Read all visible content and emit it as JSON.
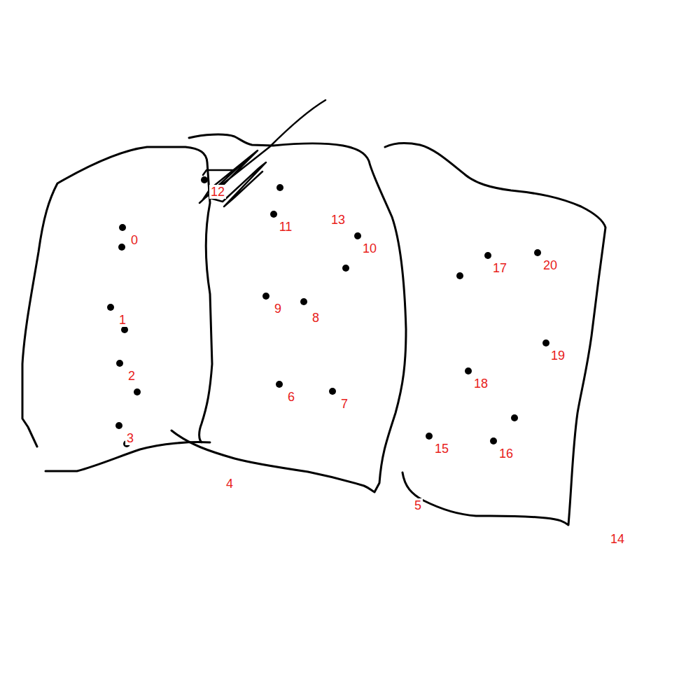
{
  "diagram": {
    "labels": [
      "12",
      "11",
      "13",
      "10",
      "0",
      "17",
      "20",
      "9",
      "8",
      "1",
      "19",
      "2",
      "18",
      "6",
      "7",
      "3",
      "15",
      "16",
      "4",
      "5",
      "14"
    ]
  }
}
